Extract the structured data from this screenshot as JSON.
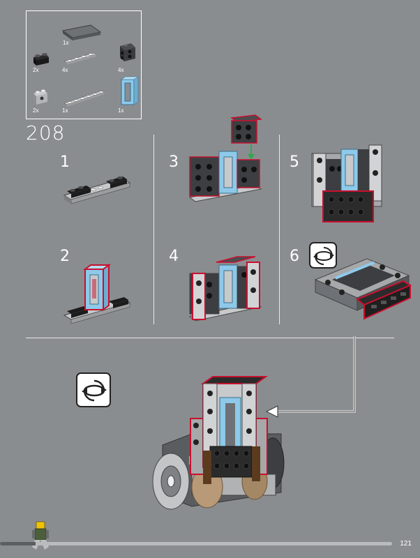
{
  "parts": {
    "items": [
      {
        "qty": "1x",
        "name": "tile-2x4-dark-gray"
      },
      {
        "qty": "2x",
        "name": "brick-1x2-black"
      },
      {
        "qty": "4x",
        "name": "plate-1x4-light-gray"
      },
      {
        "qty": "4x",
        "name": "brick-2x2-studs-sides-dark-gray"
      },
      {
        "qty": "2x",
        "name": "brick-1x2-light-gray"
      },
      {
        "qty": "1x",
        "name": "plate-1x6-light-gray"
      },
      {
        "qty": "1x",
        "name": "window-frame-1x2x3-blue"
      }
    ]
  },
  "set_number": "208",
  "steps": [
    {
      "number": "1"
    },
    {
      "number": "2"
    },
    {
      "number": "3"
    },
    {
      "number": "4"
    },
    {
      "number": "5"
    },
    {
      "number": "6"
    }
  ],
  "page": {
    "number": "121",
    "progress": 0.09
  },
  "colors": {
    "background": "#8a8d90",
    "outline_new_parts": "#c8102e",
    "trans_blue": "#8ec9ea",
    "arrow_green": "#2fa84f"
  }
}
